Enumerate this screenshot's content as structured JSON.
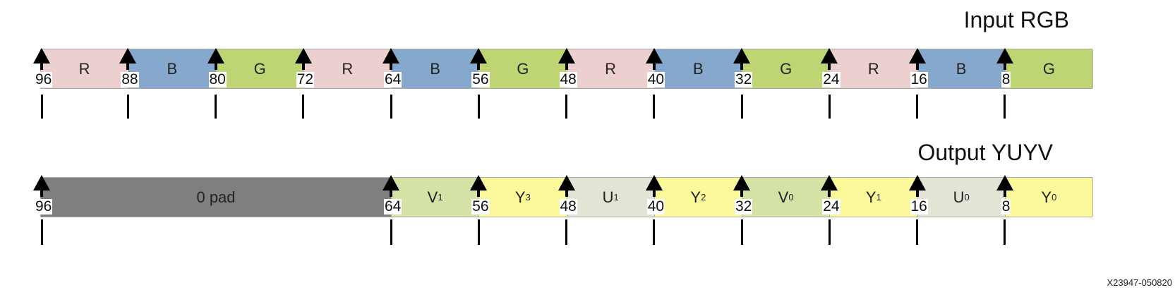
{
  "titles": {
    "input": "Input RGB",
    "output": "Output YUYV"
  },
  "footer_id": "X23947-050820",
  "colors": {
    "R": "#eccfcf",
    "B": "#87a8cd",
    "G": "#bdd673",
    "pad": "#7f7f7f",
    "V": "#d4e2a6",
    "Y": "#fbf99a",
    "U": "#e3e3d6"
  },
  "input_row": {
    "segments": [
      {
        "label": "R",
        "color": "R"
      },
      {
        "label": "B",
        "color": "B"
      },
      {
        "label": "G",
        "color": "G"
      },
      {
        "label": "R",
        "color": "R"
      },
      {
        "label": "B",
        "color": "B"
      },
      {
        "label": "G",
        "color": "G"
      },
      {
        "label": "R",
        "color": "R"
      },
      {
        "label": "B",
        "color": "B"
      },
      {
        "label": "G",
        "color": "G"
      },
      {
        "label": "R",
        "color": "R"
      },
      {
        "label": "B",
        "color": "B"
      },
      {
        "label": "G",
        "color": "G"
      }
    ],
    "bit_positions": [
      "96",
      "88",
      "80",
      "72",
      "64",
      "56",
      "48",
      "40",
      "32",
      "24",
      "16",
      "8"
    ]
  },
  "output_row": {
    "segments": [
      {
        "label": "0 pad",
        "sub": "",
        "color": "pad",
        "span": 4
      },
      {
        "label": "V",
        "sub": "1",
        "color": "V",
        "span": 1
      },
      {
        "label": "Y",
        "sub": "3",
        "color": "Y",
        "span": 1
      },
      {
        "label": "U",
        "sub": "1",
        "color": "U",
        "span": 1
      },
      {
        "label": "Y",
        "sub": "2",
        "color": "Y",
        "span": 1
      },
      {
        "label": "V",
        "sub": "0",
        "color": "V",
        "span": 1
      },
      {
        "label": "Y",
        "sub": "1",
        "color": "Y",
        "span": 1
      },
      {
        "label": "U",
        "sub": "0",
        "color": "U",
        "span": 1
      },
      {
        "label": "Y",
        "sub": "0",
        "color": "Y",
        "span": 1
      }
    ],
    "bit_positions": [
      "96",
      "64",
      "56",
      "48",
      "40",
      "32",
      "24",
      "16",
      "8"
    ]
  }
}
